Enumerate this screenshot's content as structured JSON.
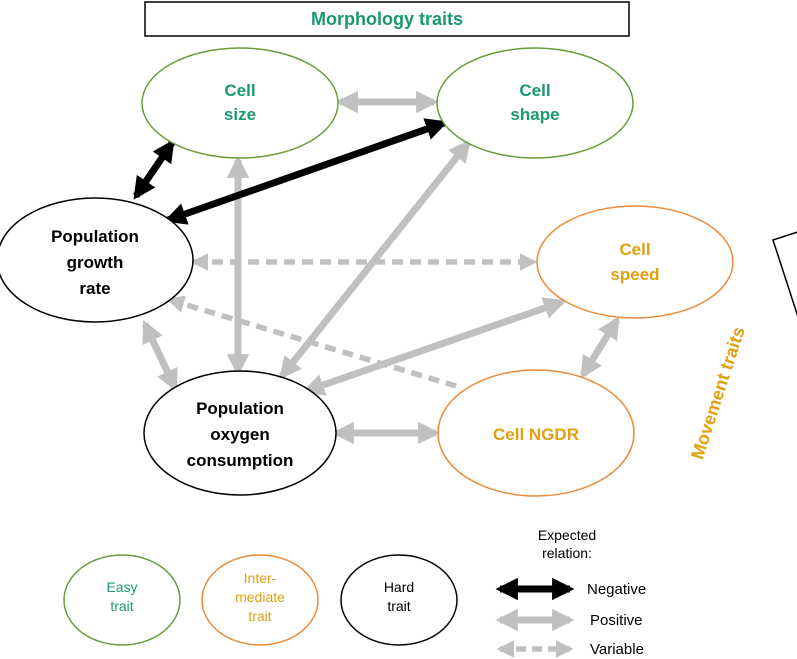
{
  "colors": {
    "easy": "#1a9a6b",
    "easy_border": "#6a9a3a",
    "intermediate": "#e0a010",
    "intermediate_border": "#ec8a3a",
    "hard": "#000000",
    "negative_arrow": "#000000",
    "positive_arrow": "#c0c0c0",
    "variable_arrow": "#c0c0c0"
  },
  "groups": {
    "morphology": "Morphology traits",
    "movement": "Movement traits"
  },
  "nodes": {
    "cell_size": [
      "Cell",
      "size"
    ],
    "cell_shape": [
      "Cell",
      "shape"
    ],
    "growth_rate": [
      "Population",
      "growth",
      "rate"
    ],
    "cell_speed": [
      "Cell",
      "speed"
    ],
    "oxygen": [
      "Population",
      "oxygen",
      "consumption"
    ],
    "ngdr": [
      "Cell NGDR"
    ]
  },
  "legend": {
    "easy": [
      "Easy",
      "trait"
    ],
    "intermediate": [
      "Inter-",
      "mediate",
      "trait"
    ],
    "hard": [
      "Hard",
      "trait"
    ],
    "relation_title": [
      "Expected",
      "relation:"
    ],
    "negative": "Negative",
    "positive": "Positive",
    "variable": "Variable"
  }
}
